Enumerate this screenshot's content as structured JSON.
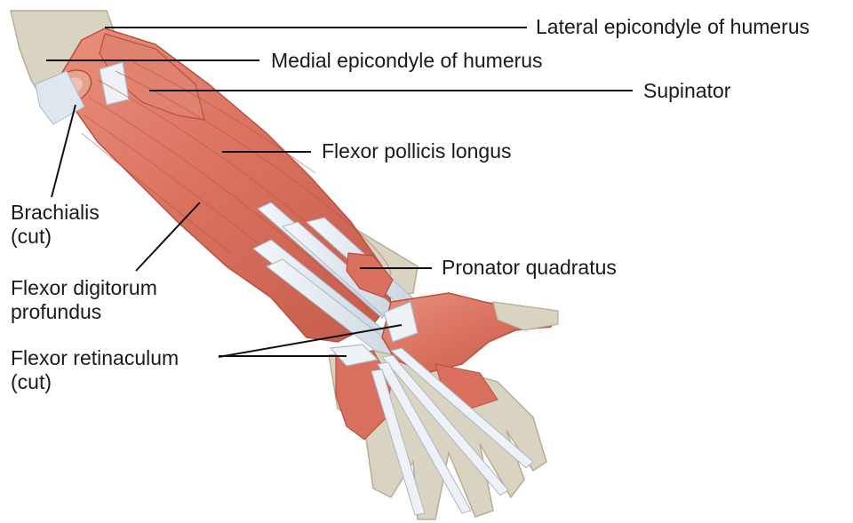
{
  "colors": {
    "muscle": "#d9705f",
    "muscle_dark": "#b9503f",
    "muscle_light": "#ea9a88",
    "tendon": "#dfe7ee",
    "tendon_shade": "#aab8c6",
    "bone": "#d9d3c2",
    "bone_edge": "#b7ad95",
    "leader": "#111111"
  },
  "labels": {
    "lateral_epicondyle": "Lateral epicondyle of humerus",
    "medial_epicondyle": "Medial epicondyle of humerus",
    "supinator": "Supinator",
    "flexor_pollicis_longus": "Flexor pollicis longus",
    "brachialis_line1": "Brachialis",
    "brachialis_line2": "(cut)",
    "fdp_line1": "Flexor digitorum",
    "fdp_line2": "profundus",
    "pronator_quadratus": "Pronator quadratus",
    "retinaculum_line1": "Flexor retinaculum",
    "retinaculum_line2": "(cut)"
  }
}
